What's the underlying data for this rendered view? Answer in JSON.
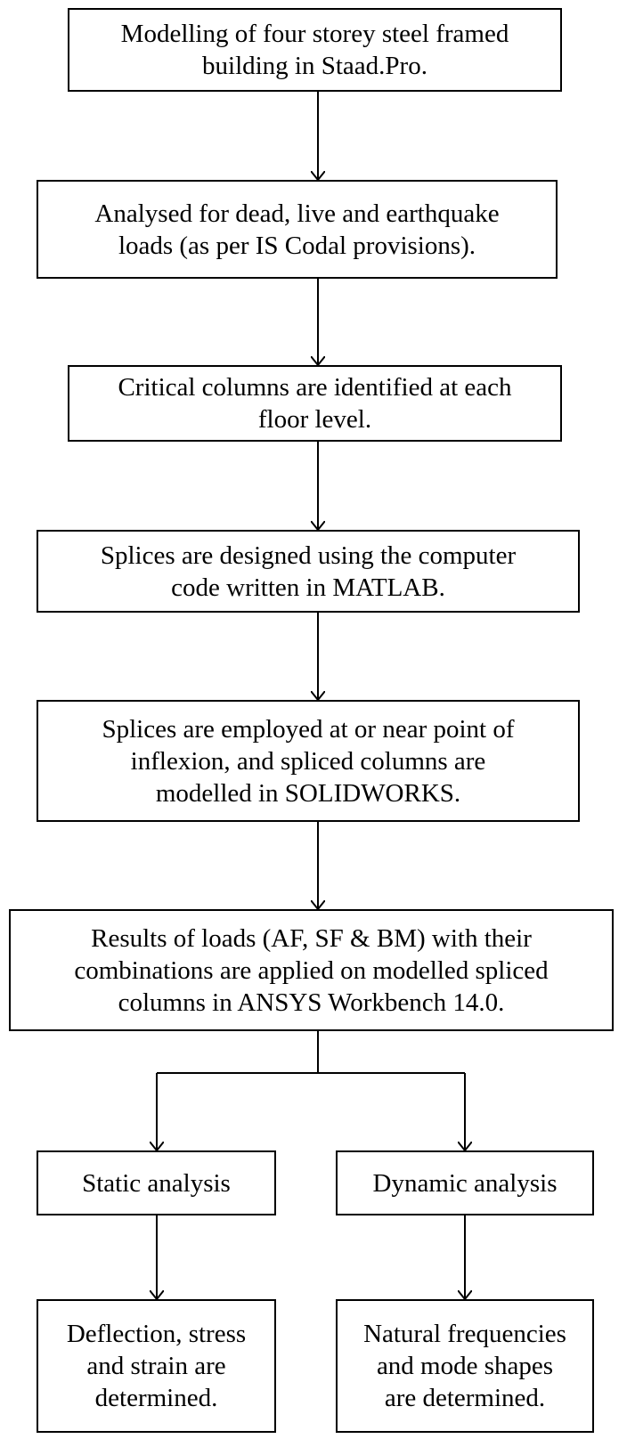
{
  "flow": {
    "step1": {
      "line1": "Modelling of four storey steel framed",
      "line2": "building in Staad.Pro."
    },
    "step2": {
      "line1": "Analysed for dead, live and earthquake",
      "line2": "loads (as per IS Codal provisions)."
    },
    "step3": {
      "line1": "Critical columns are identified at each",
      "line2": "floor level."
    },
    "step4": {
      "line1": "Splices are designed using the computer",
      "line2": "code written in MATLAB."
    },
    "step5": {
      "line1": "Splices are employed at or near point of",
      "line2": "inflexion, and spliced columns are",
      "line3": "modelled in SOLIDWORKS."
    },
    "step6": {
      "line1": "Results of loads (AF, SF & BM) with their",
      "line2": "combinations are applied on modelled spliced",
      "line3": "columns in ANSYS Workbench 14.0."
    },
    "static_analysis": {
      "label": "Static analysis"
    },
    "dynamic_analysis": {
      "label": "Dynamic analysis"
    },
    "static_result": {
      "line1": "Deflection, stress",
      "line2": "and strain are",
      "line3": "determined."
    },
    "dynamic_result": {
      "line1": "Natural frequencies",
      "line2": "and mode shapes",
      "line3": "are determined."
    }
  },
  "colors": {
    "stroke": "#000000",
    "background": "#ffffff"
  }
}
